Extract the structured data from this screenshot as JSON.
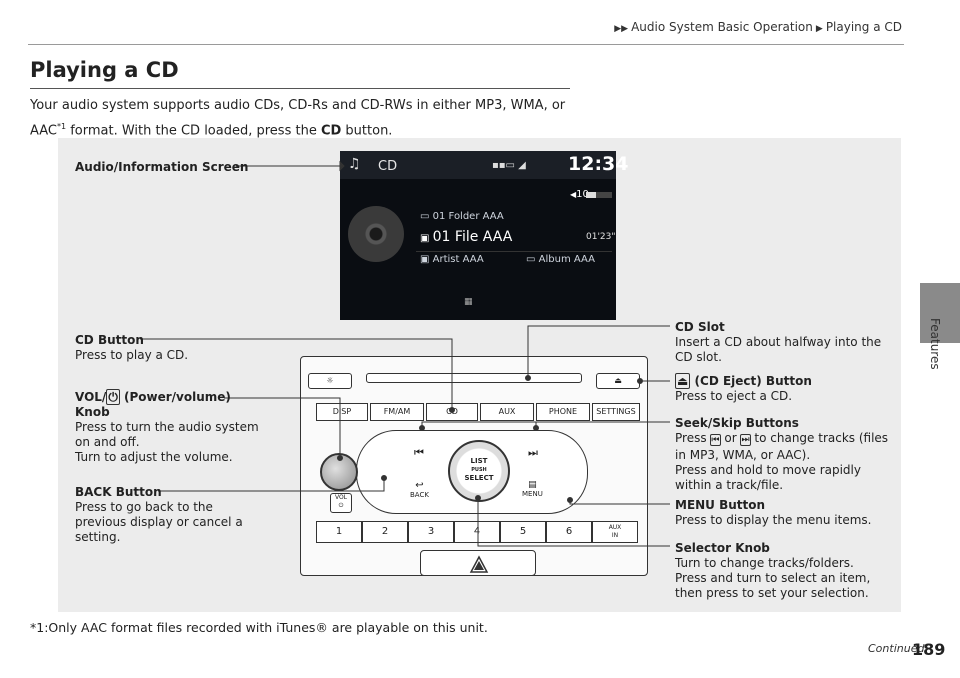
{
  "breadcrumb": {
    "part1": "Audio System Basic Operation",
    "part2": "Playing a CD"
  },
  "side_label": "Features",
  "page": {
    "title": "Playing a CD",
    "intro_line1": "Your audio system supports audio CDs, CD-Rs and CD-RWs in either MP3, WMA, or",
    "intro_line2_a": "AAC",
    "intro_sup": "*1",
    "intro_line2_b": " format. With the CD loaded, press the ",
    "intro_cd": "CD",
    "intro_line2_c": " button."
  },
  "labels": {
    "audio_screen": "Audio/Information Screen",
    "cd_button_title": "CD Button",
    "cd_button_desc": "Press to play a CD.",
    "vol_title_a": "VOL/",
    "vol_title_b": " (Power/volume)",
    "vol_title_c": "Knob",
    "vol_desc1": "Press to turn the audio system on and off.",
    "vol_desc2": "Turn to adjust the volume.",
    "back_title": "BACK Button",
    "back_desc": "Press to go back to the previous display or cancel a setting.",
    "cd_slot_title": "CD Slot",
    "cd_slot_desc": "Insert a CD about halfway into the CD slot.",
    "eject_title": "(CD Eject) Button",
    "eject_desc": "Press to eject a CD.",
    "seek_title": "Seek/Skip Buttons",
    "seek_desc1_a": "Press",
    "seek_desc1_b": "or",
    "seek_desc1_c": "to change tracks (files in MP3, WMA, or AAC).",
    "seek_desc2": "Press and hold to move rapidly within a track/file.",
    "menu_title": "MENU Button",
    "menu_desc": "Press to display the menu items.",
    "selector_title": "Selector Knob",
    "selector_desc1": "Turn to change tracks/folders.",
    "selector_desc2": "Press and turn to select an item, then press to set your selection."
  },
  "screen": {
    "source": "CD",
    "clock": "12:34",
    "volume": "10",
    "volume_level": 0.4,
    "folder": "01   Folder AAA",
    "file": "01 File AAA",
    "elapsed": "01'23\"",
    "artist": "Artist AAA",
    "album": "Album AAA"
  },
  "unit": {
    "row_buttons": [
      "DISP",
      "FM/AM",
      "CD",
      "AUX",
      "PHONE",
      "SETTINGS"
    ],
    "back": "BACK",
    "menu": "MENU",
    "knob_line1": "LIST",
    "knob_line2": "PUSH",
    "knob_line3": "SELECT",
    "vol": "VOL",
    "presets": [
      "1",
      "2",
      "3",
      "4",
      "5",
      "6",
      "AUX\nIN"
    ]
  },
  "footnote": "*1:Only AAC format files recorded with iTunes® are playable on this unit.",
  "continued": "Continued",
  "page_number": "189"
}
